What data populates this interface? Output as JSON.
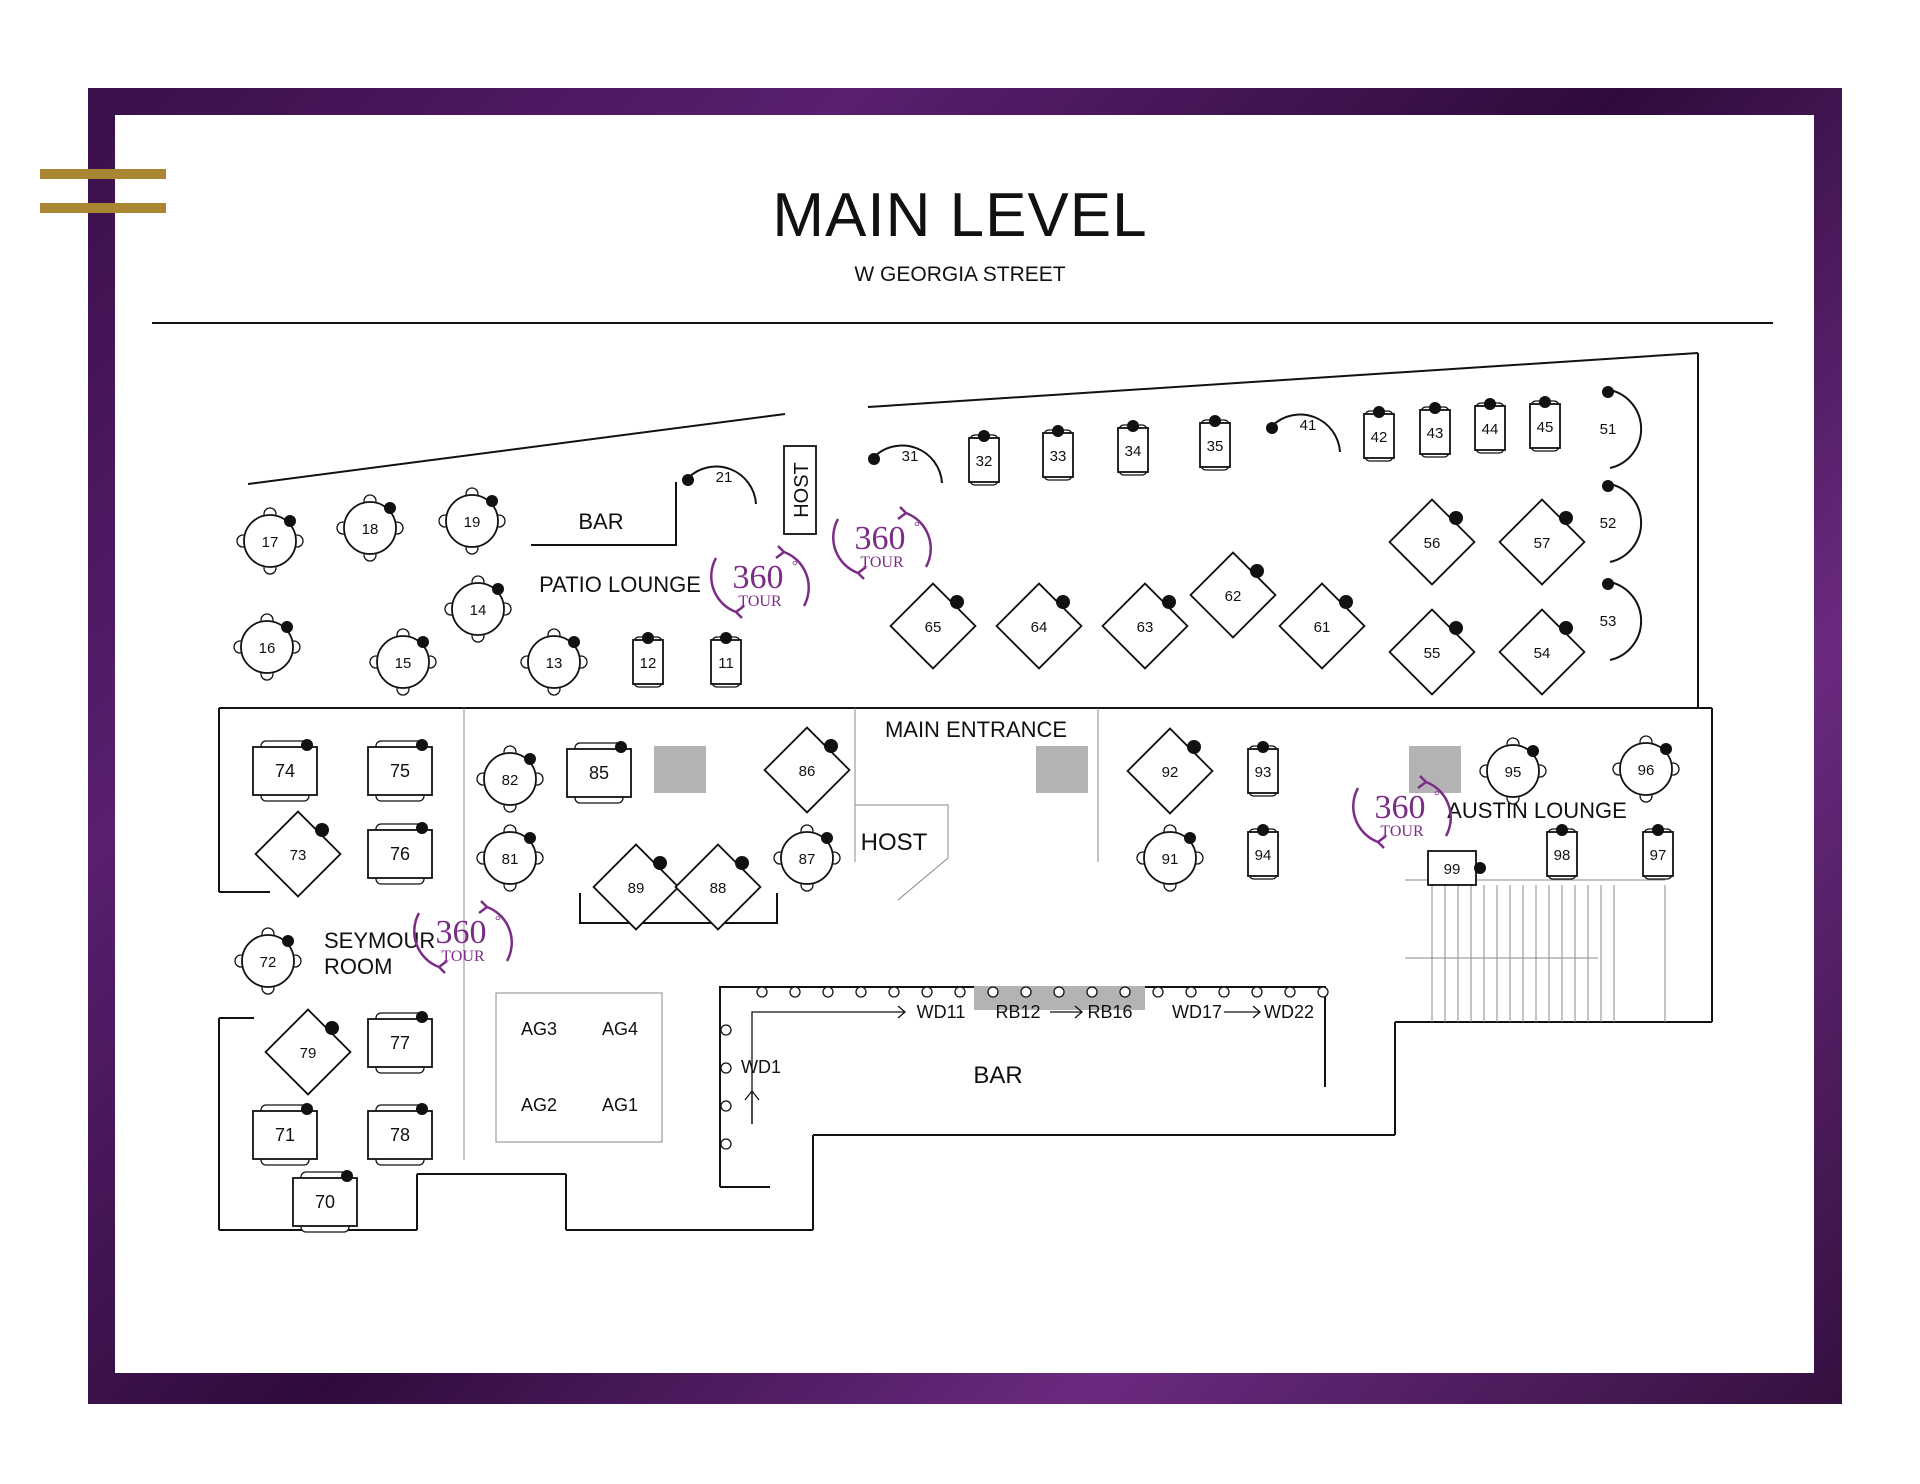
{
  "header": {
    "title": "MAIN LEVEL",
    "subtitle": "W GEORGIA STREET"
  },
  "colors": {
    "frame": "#4a1760",
    "accent_gold": "#a88632",
    "tour_purple": "#7b2d86",
    "ink": "#111111",
    "column_gray": "#b3b3b3"
  },
  "icons": {
    "menu": "hamburger-menu-icon",
    "tour": "360-tour-icon"
  },
  "areas": {
    "bar_patio": "BAR",
    "patio_lounge": "PATIO LOUNGE",
    "main_entrance": "MAIN ENTRANCE",
    "host_main": "HOST",
    "host_patio": "HOST",
    "austin_lounge": "AUSTIN LOUNGE",
    "seymour_line1": "SEYMOUR",
    "seymour_line2": "ROOM",
    "bar_main": "BAR"
  },
  "tour": {
    "number": "360",
    "degree": "°",
    "label": "TOUR"
  },
  "bar_seats": {
    "wd1": "WD1",
    "wd11": "WD11",
    "rb12": "RB12",
    "rb16": "RB16",
    "wd17": "WD17",
    "wd22": "WD22"
  },
  "tables": {
    "t11": "11",
    "t12": "12",
    "t13": "13",
    "t14": "14",
    "t15": "15",
    "t16": "16",
    "t17": "17",
    "t18": "18",
    "t19": "19",
    "t21": "21",
    "t31": "31",
    "t32": "32",
    "t33": "33",
    "t34": "34",
    "t35": "35",
    "t41": "41",
    "t42": "42",
    "t43": "43",
    "t44": "44",
    "t45": "45",
    "t51": "51",
    "t52": "52",
    "t53": "53",
    "t54": "54",
    "t55": "55",
    "t56": "56",
    "t57": "57",
    "t61": "61",
    "t62": "62",
    "t63": "63",
    "t64": "64",
    "t65": "65",
    "t70": "70",
    "t71": "71",
    "t72": "72",
    "t73": "73",
    "t74": "74",
    "t75": "75",
    "t76": "76",
    "t77": "77",
    "t78": "78",
    "t79": "79",
    "t81": "81",
    "t82": "82",
    "t85": "85",
    "t86": "86",
    "t87": "87",
    "t88": "88",
    "t89": "89",
    "t91": "91",
    "t92": "92",
    "t93": "93",
    "t94": "94",
    "t95": "95",
    "t96": "96",
    "t97": "97",
    "t98": "98",
    "t99": "99",
    "ag1": "AG1",
    "ag2": "AG2",
    "ag3": "AG3",
    "ag4": "AG4"
  }
}
